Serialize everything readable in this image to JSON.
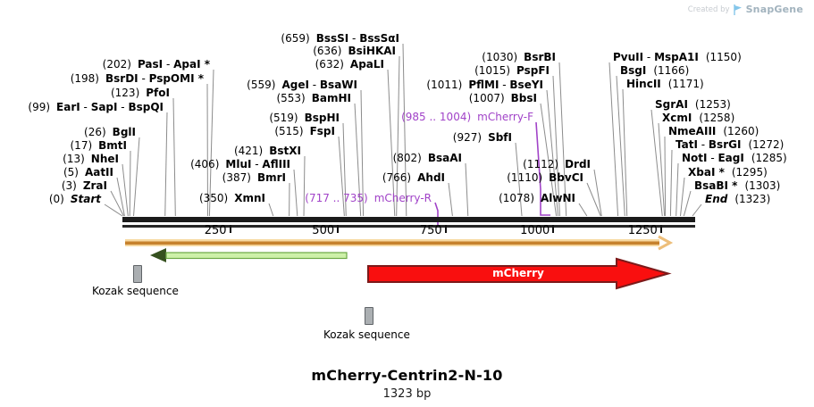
{
  "map": {
    "title": "mCherry-Centrin2-N-10",
    "subtitle": "1323 bp",
    "credit": {
      "prefix": "Created by",
      "brand": "SnapGene"
    },
    "ruler": {
      "ticks": [
        250,
        500,
        750,
        1000,
        1250
      ]
    },
    "sites": [
      {
        "pos": "(0)",
        "name": "Start",
        "bp": 0,
        "kind": "feature"
      },
      {
        "pos": "(3)",
        "name": "ZraI",
        "bp": 3,
        "kind": "enzyme"
      },
      {
        "pos": "(5)",
        "name": "AatII",
        "bp": 5,
        "kind": "enzyme"
      },
      {
        "pos": "(13)",
        "name": "NheI",
        "bp": 13,
        "kind": "enzyme"
      },
      {
        "pos": "(17)",
        "name": "BmtI",
        "bp": 17,
        "kind": "enzyme"
      },
      {
        "pos": "(26)",
        "name": "BglI",
        "bp": 26,
        "kind": "enzyme"
      },
      {
        "pos": "(99)",
        "name": "EarI - SapI - BspQI",
        "bp": 99,
        "kind": "enzyme"
      },
      {
        "pos": "(123)",
        "name": "PfoI",
        "bp": 123,
        "kind": "enzyme"
      },
      {
        "pos": "(198)",
        "name": "BsrDI - PspOMI *",
        "bp": 198,
        "kind": "enzyme"
      },
      {
        "pos": "(202)",
        "name": "PasI - ApaI *",
        "bp": 202,
        "kind": "enzyme"
      },
      {
        "pos": "(350)",
        "name": "XmnI",
        "bp": 350,
        "kind": "enzyme"
      },
      {
        "pos": "(387)",
        "name": "BmrI",
        "bp": 387,
        "kind": "enzyme"
      },
      {
        "pos": "(406)",
        "name": "MluI - AflIII",
        "bp": 406,
        "kind": "enzyme"
      },
      {
        "pos": "(421)",
        "name": "BstXI",
        "bp": 421,
        "kind": "enzyme"
      },
      {
        "pos": "(515)",
        "name": "FspI",
        "bp": 515,
        "kind": "enzyme"
      },
      {
        "pos": "(519)",
        "name": "BspHI",
        "bp": 519,
        "kind": "enzyme"
      },
      {
        "pos": "(553)",
        "name": "BamHI",
        "bp": 553,
        "kind": "enzyme"
      },
      {
        "pos": "(559)",
        "name": "AgeI - BsaWI",
        "bp": 559,
        "kind": "enzyme"
      },
      {
        "pos": "(632)",
        "name": "ApaLI",
        "bp": 632,
        "kind": "enzyme"
      },
      {
        "pos": "(636)",
        "name": "BsiHKAI",
        "bp": 636,
        "kind": "enzyme"
      },
      {
        "pos": "(659)",
        "name": "BssSI - BssSαI",
        "bp": 659,
        "kind": "enzyme"
      },
      {
        "pos": "(766)",
        "name": "AhdI",
        "bp": 766,
        "kind": "enzyme"
      },
      {
        "pos": "(802)",
        "name": "BsaAI",
        "bp": 802,
        "kind": "enzyme"
      },
      {
        "pos": "(927)",
        "name": "SbfI",
        "bp": 927,
        "kind": "enzyme"
      },
      {
        "pos": "(1007)",
        "name": "BbsI",
        "bp": 1007,
        "kind": "enzyme"
      },
      {
        "pos": "(1011)",
        "name": "PflMI - BseYI",
        "bp": 1011,
        "kind": "enzyme"
      },
      {
        "pos": "(1015)",
        "name": "PspFI",
        "bp": 1015,
        "kind": "enzyme"
      },
      {
        "pos": "(1030)",
        "name": "BsrBI",
        "bp": 1030,
        "kind": "enzyme"
      },
      {
        "pos": "(1112)",
        "name": "DrdI",
        "bp": 1112,
        "kind": "enzyme"
      },
      {
        "pos": "(1110)",
        "name": "BbvCI",
        "bp": 1110,
        "kind": "enzyme"
      },
      {
        "pos": "(1078)",
        "name": "AlwNI",
        "bp": 1078,
        "kind": "enzyme"
      },
      {
        "pos": "(1150)",
        "name": "PvuII - MspA1I",
        "bp": 1150,
        "kind": "enzyme"
      },
      {
        "pos": "(1166)",
        "name": "BsgI",
        "bp": 1166,
        "kind": "enzyme"
      },
      {
        "pos": "(1171)",
        "name": "HincII",
        "bp": 1171,
        "kind": "enzyme"
      },
      {
        "pos": "(1253)",
        "name": "SgrAI",
        "bp": 1253,
        "kind": "enzyme"
      },
      {
        "pos": "(1258)",
        "name": "XcmI",
        "bp": 1258,
        "kind": "enzyme"
      },
      {
        "pos": "(1260)",
        "name": "NmeAIII",
        "bp": 1260,
        "kind": "enzyme"
      },
      {
        "pos": "(1272)",
        "name": "TatI - BsrGI",
        "bp": 1272,
        "kind": "enzyme"
      },
      {
        "pos": "(1285)",
        "name": "NotI - EagI",
        "bp": 1285,
        "kind": "enzyme"
      },
      {
        "pos": "(1295)",
        "name": "XbaI *",
        "bp": 1295,
        "kind": "enzyme"
      },
      {
        "pos": "(1303)",
        "name": "BsaBI *",
        "bp": 1303,
        "kind": "enzyme"
      },
      {
        "pos": "(1323)",
        "name": "End",
        "bp": 1323,
        "kind": "feature"
      }
    ],
    "primers": [
      {
        "range": "(717 .. 735)",
        "name": "mCherry-R"
      },
      {
        "range": "(985 .. 1004)",
        "name": "mCherry-F"
      }
    ],
    "features": {
      "mcherry_label": "mCherry"
    },
    "annotations": [
      {
        "label": "Kozak sequence"
      },
      {
        "label": "Kozak sequence"
      }
    ],
    "colors": {
      "primer": "#A143C8",
      "mcherry_fill": "#F90F0F",
      "mcherry_stroke": "#7C1A1A",
      "backbone_orange": "#C6812D",
      "green_fill": "#CDF0A8",
      "green_stroke": "#6CA845",
      "connector_gray": "#8C8C8C"
    }
  }
}
